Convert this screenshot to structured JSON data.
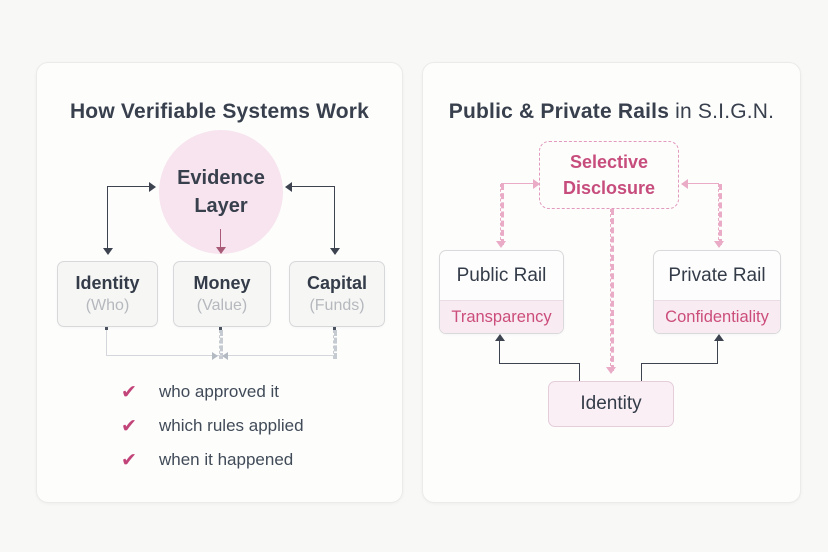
{
  "left_panel": {
    "title": "How Verifiable Systems Work",
    "evidence_circle": {
      "line1": "Evidence",
      "line2": "Layer"
    },
    "boxes": [
      {
        "name": "Identity",
        "sub": "(Who)"
      },
      {
        "name": "Money",
        "sub": "(Value)"
      },
      {
        "name": "Capital",
        "sub": "(Funds)"
      }
    ],
    "check_glyph": "✔",
    "checklist": [
      {
        "label": "who approved it"
      },
      {
        "label": "which rules applied"
      },
      {
        "label": "when it happened"
      }
    ]
  },
  "right_panel": {
    "title_bold": "Public & Private Rails",
    "title_rest": " in S.I.G.N.",
    "selective_disclosure": {
      "line1": "Selective",
      "line2": "Disclosure"
    },
    "rails": [
      {
        "name": "Public Rail",
        "tag": "Transparency"
      },
      {
        "name": "Private Rail",
        "tag": "Confidentiality"
      }
    ],
    "identity_label": "Identity"
  },
  "colors": {
    "page_background": "#f8f8f6",
    "card_background": "#fdfdfc",
    "accent_pink": "#c74d7d",
    "accent_pink_light": "#e9abc6",
    "circle_pink_fill": "#f7e4ee",
    "rail_tag_fill": "#f9ebf2",
    "dark_text": "#39404d",
    "muted_text": "#b5b8bd",
    "dark_arrow": "#3d4450",
    "maroon_arrow": "#a85a77"
  }
}
